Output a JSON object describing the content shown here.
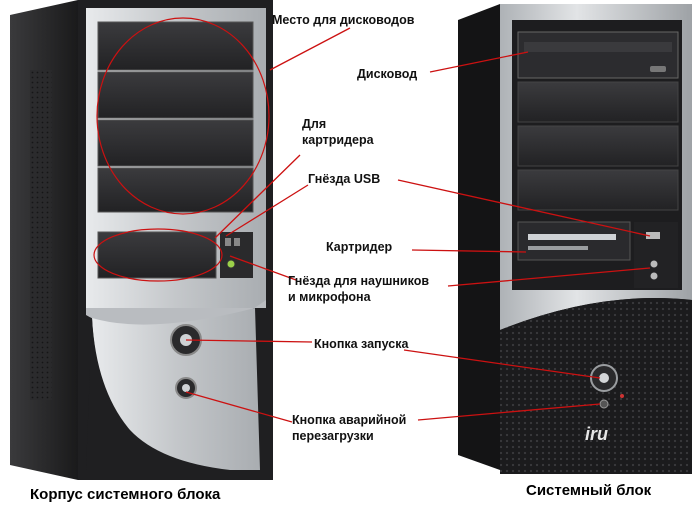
{
  "labels": {
    "drive_bays": "Место для дисководов",
    "cartridge_place_line1": "Для",
    "cartridge_place_line2": "картридера",
    "optical_drive": "Дисковод",
    "usb_ports": "Гнёзда USB",
    "card_reader": "Картридер",
    "audio_jacks_line1": "Гнёзда для наушников",
    "audio_jacks_line2": "и микрофона",
    "power_button": "Кнопка запуска",
    "reset_button_line1": "Кнопка аварийной",
    "reset_button_line2": "перезагрузки"
  },
  "captions": {
    "left": "Корпус системного блока",
    "right": "Системный блок"
  },
  "brand_logo": "iru",
  "colors": {
    "callout_line": "#cc1111",
    "case_silver": "#c9cccf",
    "case_black": "#1c1c1e",
    "bay_black": "#2b2b2e"
  }
}
